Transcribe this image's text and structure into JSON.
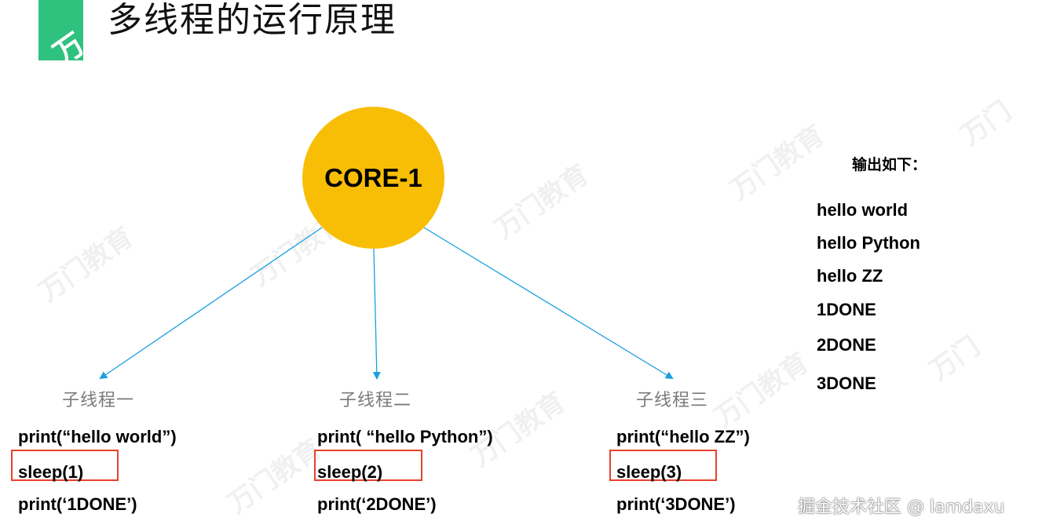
{
  "header": {
    "title": "多线程的运行原理",
    "logo_text": "万",
    "logo_color": "#2ec27e"
  },
  "core": {
    "label": "CORE-1",
    "color": "#f8be06"
  },
  "arrow_color": "#1a9fe0",
  "threads": [
    {
      "label": "子线程一",
      "lines": [
        "print(“hello world”)",
        "sleep(1)",
        "print(‘1DONE’)"
      ]
    },
    {
      "label": "子线程二",
      "lines": [
        "print( “hello Python”)",
        "sleep(2)",
        "print(‘2DONE’)"
      ]
    },
    {
      "label": "子线程三",
      "lines": [
        "print(“hello ZZ”)",
        "sleep(3)",
        "print(‘3DONE’)"
      ]
    }
  ],
  "highlight_color": "#e8412c",
  "output": {
    "title": "输出如下：",
    "lines": [
      "hello world",
      "hello Python",
      "hello ZZ",
      "1DONE",
      "2DONE",
      "3DONE"
    ]
  },
  "credit": "掘金技术社区 @ lamdaxu"
}
